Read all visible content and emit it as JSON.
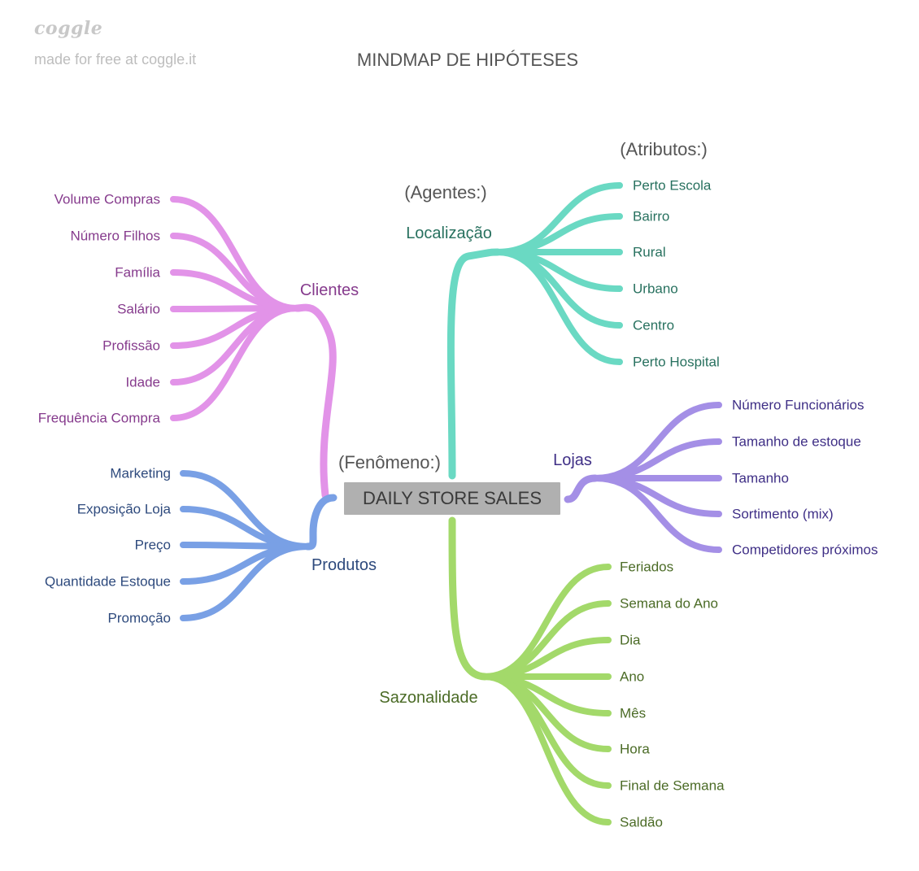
{
  "brand": {
    "logo": "coggle",
    "tagline": "made for free at coggle.it"
  },
  "title": "MINDMAP DE HIPÓTESES",
  "annotations": {
    "atributos": "(Atributos:)",
    "agentes": "(Agentes:)",
    "fenomeno": "(Fenômeno:)"
  },
  "root": {
    "label": "DAILY STORE SALES"
  },
  "branches": {
    "clientes": {
      "label": "Clientes",
      "color": "#e293e8",
      "text_color": "#863b8d",
      "items": [
        "Volume Compras",
        "Número Filhos",
        "Família",
        "Salário",
        "Profissão",
        "Idade",
        "Frequência Compra"
      ]
    },
    "produtos": {
      "label": "Produtos",
      "color": "#79a0e5",
      "text_color": "#2e4a7d",
      "items": [
        "Marketing",
        "Exposição Loja",
        "Preço",
        "Quantidade Estoque",
        "Promoção"
      ]
    },
    "localizacao": {
      "label": "Localização",
      "color": "#6ad9c3",
      "text_color": "#28715f",
      "items": [
        "Perto Escola",
        "Bairro",
        "Rural",
        "Urbano",
        "Centro",
        "Perto Hospital"
      ]
    },
    "lojas": {
      "label": "Lojas",
      "color": "#a48fe6",
      "text_color": "#3f2f86",
      "items": [
        "Número Funcionários",
        "Tamanho de estoque",
        "Tamanho",
        "Sortimento (mix)",
        "Competidores próximos"
      ]
    },
    "sazonalidade": {
      "label": "Sazonalidade",
      "color": "#a3d96a",
      "text_color": "#4b6b26",
      "items": [
        "Feriados",
        "Semana do Ano",
        "Dia",
        "Ano",
        "Mês",
        "Hora",
        "Final de Semana",
        "Saldão"
      ]
    }
  }
}
